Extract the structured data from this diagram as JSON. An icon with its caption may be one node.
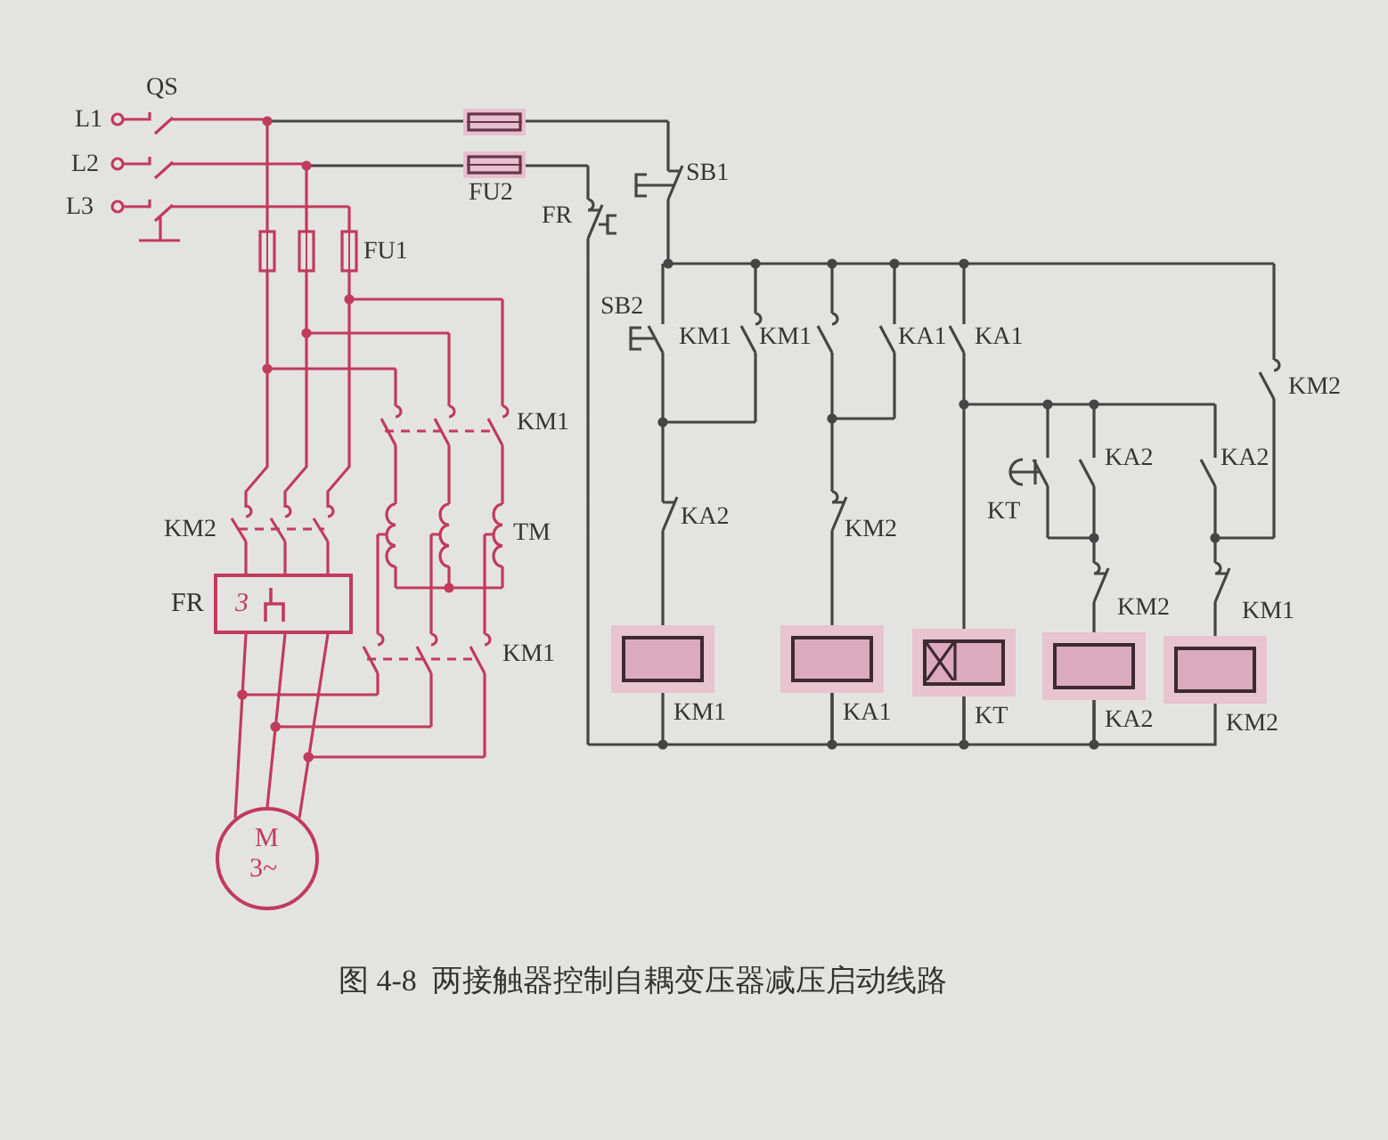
{
  "diagram": {
    "caption": "图 4-8  两接触器控制自耦变压器减压启动线路",
    "nodes": [
      {
        "text": [
          "FR",
          "3"
        ]
      },
      {
        "text": [],
        "shape": "box",
        "beside": [
          "KM1"
        ]
      },
      {
        "text": [],
        "shape": "box",
        "beside": [
          "KA1"
        ]
      },
      {
        "text": [],
        "shape": "box",
        "beside": [
          "KT"
        ]
      },
      {
        "text": [],
        "shape": "box",
        "beside": [
          "KA2"
        ]
      },
      {
        "text": [],
        "shape": "box",
        "beside": [
          "KM2"
        ]
      },
      {
        "text": [
          "M",
          "3~"
        ]
      }
    ],
    "edges": [
      {
        "from": 0,
        "to": 6,
        "arrow": "none",
        "color": "#c23a5e"
      },
      {
        "from": 0,
        "to": 6,
        "arrow": "none",
        "color": "#c23a5e"
      },
      {
        "from": 0,
        "to": 6,
        "arrow": "none",
        "color": "#c23a5e"
      },
      {
        "from": 1,
        "to": 2,
        "arrow": "none"
      },
      {
        "from": 2,
        "to": 3,
        "arrow": "none"
      },
      {
        "from": 3,
        "to": 4,
        "arrow": "none"
      },
      {
        "from": 4,
        "to": 5,
        "arrow": "none"
      }
    ],
    "labels": [
      "QS",
      "L1",
      "L2",
      "L3",
      "FU2",
      "SB1",
      "FR",
      "FU1",
      "SB2",
      "KM1",
      "KM1",
      "KA1",
      "KA1",
      "KM1",
      "KM2",
      "KT",
      "KA2",
      "KA2",
      "KM2",
      "TM",
      "KA2",
      "KM2",
      "KM2",
      "KM1",
      "KM1"
    ]
  }
}
